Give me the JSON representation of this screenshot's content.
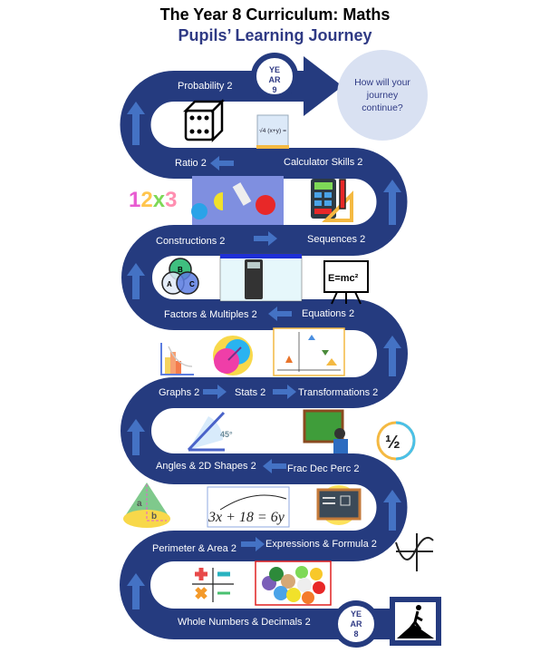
{
  "title": "The Year 8 Curriculum:  Maths",
  "subtitle": "Pupils’ Learning Journey",
  "colors": {
    "road": "#253b7f",
    "arrows": "#4472c4",
    "next_circle": "#d9e1f2",
    "subtitle": "#2f3a84"
  },
  "year_start": {
    "line1": "YE",
    "line2": "AR",
    "line3": "8"
  },
  "year_end": {
    "line1": "YE",
    "line2": "AR",
    "line3": "9"
  },
  "next_prompt": "How will your journey continue?",
  "topics": {
    "whole_numbers": "Whole Numbers & Decimals 2",
    "perimeter": "Perimeter & Area 2",
    "expressions": "Expressions & Formula 2",
    "frac": "Frac Dec Perc 2",
    "angles": "Angles & 2D Shapes 2",
    "graphs": "Graphs 2",
    "stats": "Stats 2",
    "transformations": "Transformations 2",
    "equations": "Equations 2",
    "factors": "Factors & Multiples 2",
    "constructions": "Constructions 2",
    "sequences": "Sequences 2",
    "calculator": "Calculator Skills 2",
    "ratio": "Ratio 2",
    "probability": "Probability 2"
  },
  "images": {
    "equation_text": "3x + 18 = 6y",
    "emc2_text": "E=mc²",
    "angle_text": "45°",
    "venn_labels": [
      "A",
      "B",
      "C"
    ],
    "half_text": "½",
    "sqrt_text": "√4 (x+y) ="
  },
  "icons": [
    "hiker-icon",
    "dice-icon",
    "calculator-icon",
    "venn-diagram-icon",
    "cone-icon",
    "operations-icon",
    "sine-graph-icon",
    "teacher-icon",
    "chalkboard-icon",
    "fraction-half-icon",
    "bar-graph-icon",
    "up-arrow-icon",
    "left-arrow-icon",
    "right-arrow-icon"
  ]
}
